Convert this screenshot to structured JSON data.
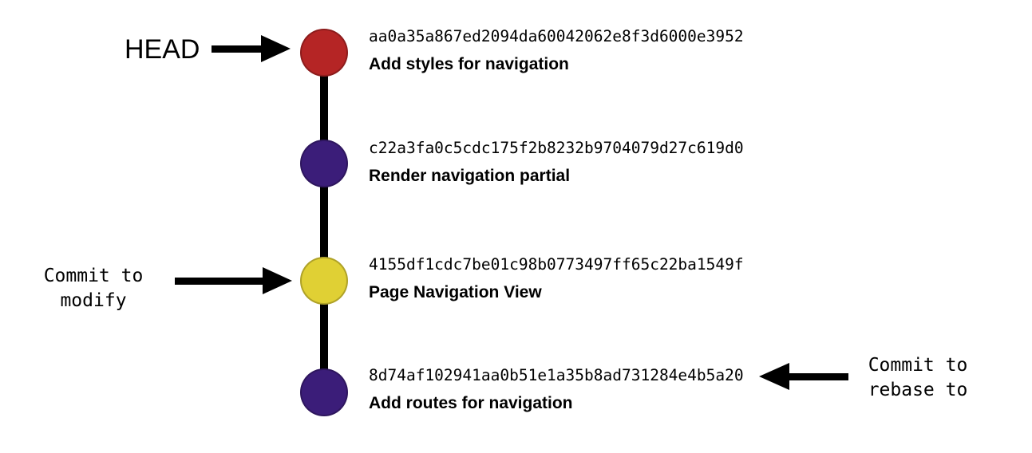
{
  "diagram": {
    "background_color": "#ffffff",
    "line_color": "#000000",
    "commits": [
      {
        "hash": "aa0a35a867ed2094da60042062e8f3d6000e3952",
        "message": "Add styles for navigation",
        "node_color": "#b52525"
      },
      {
        "hash": "c22a3fa0c5cdc175f2b8232b9704079d27c619d0",
        "message": "Render navigation partial",
        "node_color": "#3b1d79"
      },
      {
        "hash": "4155df1cdc7be01c98b0773497ff65c22ba1549f",
        "message": "Page Navigation View",
        "node_color": "#e0d034"
      },
      {
        "hash": "8d74af102941aa0b51e1a35b8ad731284e4b5a20",
        "message": "Add routes for navigation",
        "node_color": "#3b1d79"
      }
    ],
    "annotations": {
      "head": "HEAD",
      "commit_to_modify": "Commit to\nmodify",
      "commit_to_rebase": "Commit to\nrebase to"
    }
  }
}
